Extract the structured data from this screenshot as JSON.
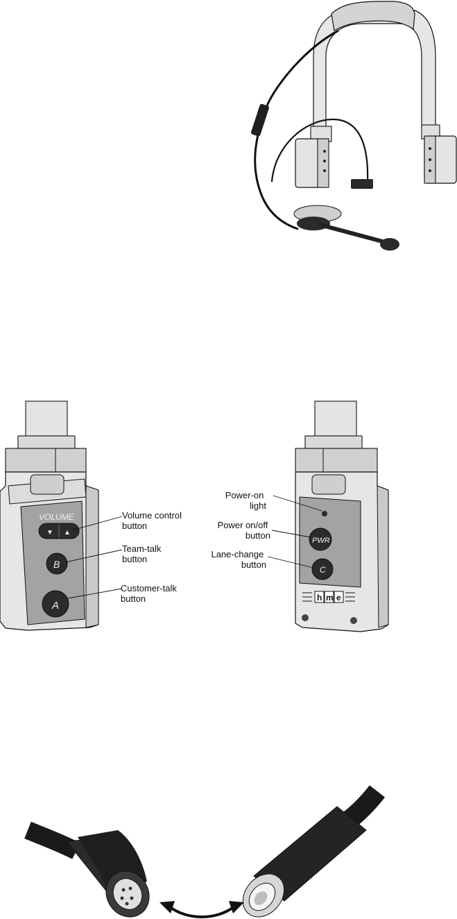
{
  "left_unit": {
    "panel_title": "VOLUME",
    "volume_down_glyph": "▼",
    "volume_up_glyph": "▲",
    "team_button_letter": "B",
    "customer_button_letter": "A",
    "callouts": {
      "volume": [
        "Volume control",
        "button"
      ],
      "team": [
        "Team-talk",
        "button"
      ],
      "customer": [
        "Customer-talk",
        "button"
      ]
    }
  },
  "right_unit": {
    "power_button_text": "PWR",
    "lane_button_letter": "C",
    "logo_letters": [
      "h",
      "m",
      "e"
    ],
    "callouts": {
      "power_light": [
        "Power-on",
        "light"
      ],
      "power_button": [
        "Power on/off",
        "button"
      ],
      "lane_change": [
        "Lane-change",
        "button"
      ]
    }
  },
  "colors": {
    "line": "#111111",
    "light_gray": "#dcdcdc",
    "mid_gray": "#bdbdbd",
    "panel_gray": "#9a9a9a",
    "cable_black": "#1a1a1a"
  }
}
